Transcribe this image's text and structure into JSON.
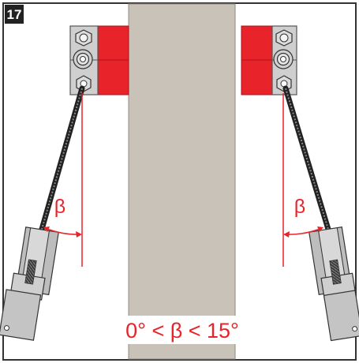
{
  "step_number": "17",
  "angle_symbol": "β",
  "angle_range": "0° < β < 15°",
  "colors": {
    "frame": "#333333",
    "post": "#c8c2b8",
    "post_edge": "#8f8a82",
    "bracket": "#cfcfcf",
    "bracket_edge": "#555555",
    "red_block": "#e8242a",
    "annotation": "#e8242a",
    "cable": "#2a2a2a",
    "badge": "#222222"
  },
  "icons": [
    "hex-nut-icon",
    "washer-bolt-icon",
    "cable-clamp-icon"
  ]
}
